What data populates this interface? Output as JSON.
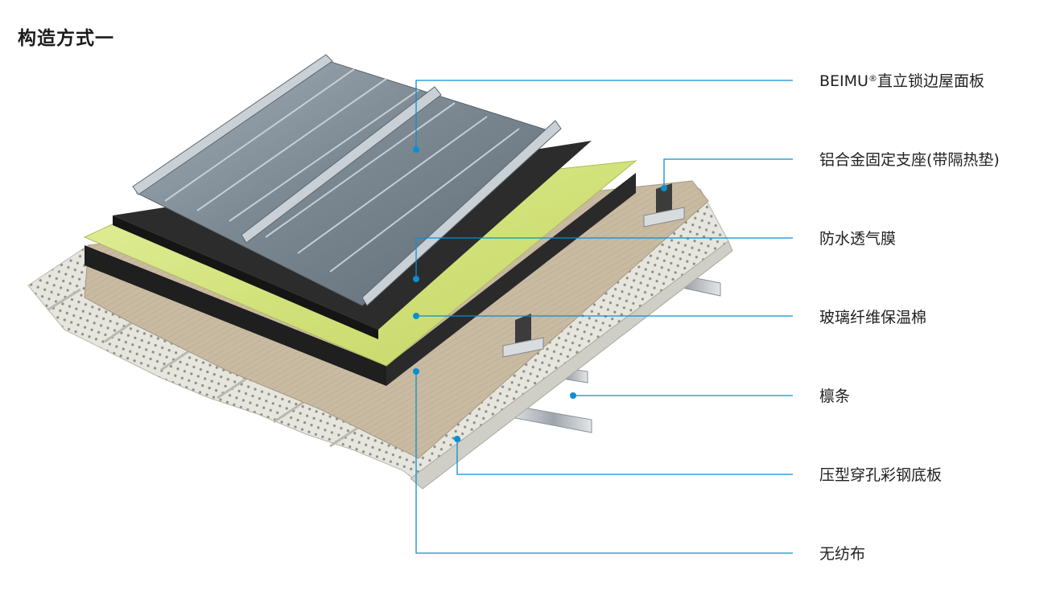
{
  "title": "构造方式一",
  "colors": {
    "callout_line": "#0a8fd0",
    "callout_dot": "#0a8fd0",
    "label_text": "#222222",
    "steel_panel": "#7f8c96",
    "insulation": "#d8e98a",
    "membrane": "#2b2b2b",
    "fabric": "#c7b79f",
    "perforated_deck": "#dcdcd4",
    "purlin": "#b9bec2"
  },
  "callouts": [
    {
      "id": "roof-panel",
      "label_main": "BEIMU",
      "label_sup": "®",
      "label_rest": "直立锁边屋面板"
    },
    {
      "id": "bracket",
      "label_main": "铝合金固定支座(带隔热垫)",
      "label_sup": "",
      "label_rest": ""
    },
    {
      "id": "membrane",
      "label_main": "防水透气膜",
      "label_sup": "",
      "label_rest": ""
    },
    {
      "id": "insulation",
      "label_main": "玻璃纤维保温棉",
      "label_sup": "",
      "label_rest": ""
    },
    {
      "id": "purlin",
      "label_main": "檩条",
      "label_sup": "",
      "label_rest": ""
    },
    {
      "id": "deck",
      "label_main": "压型穿孔彩钢底板",
      "label_sup": "",
      "label_rest": ""
    },
    {
      "id": "fabric",
      "label_main": "无纺布",
      "label_sup": "",
      "label_rest": ""
    }
  ]
}
